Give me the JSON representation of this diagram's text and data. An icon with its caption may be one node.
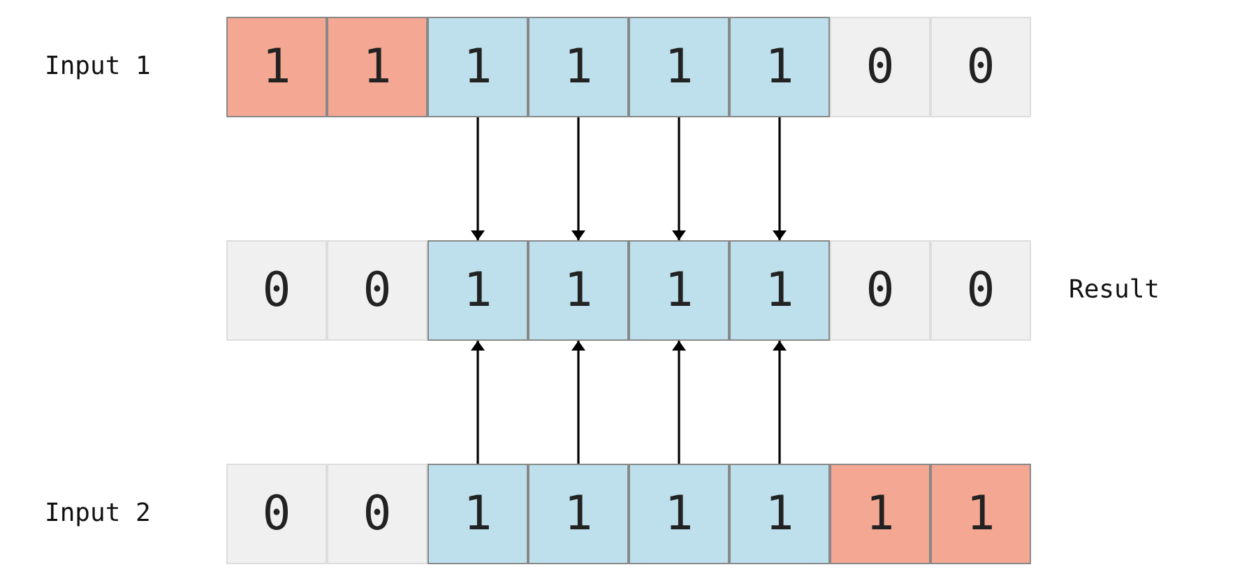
{
  "diagram": {
    "nodes": [
      {
        "text": [
          "1"
        ]
      },
      {
        "text": [
          "1"
        ]
      },
      {
        "text": [
          "1"
        ]
      },
      {
        "text": [
          "1"
        ]
      },
      {
        "text": [
          "1"
        ]
      },
      {
        "text": [
          "1"
        ]
      },
      {
        "text": [
          "0"
        ]
      },
      {
        "text": [
          "0"
        ]
      },
      {
        "text": [
          "0"
        ]
      },
      {
        "text": [
          "0"
        ]
      },
      {
        "text": [
          "1"
        ]
      },
      {
        "text": [
          "1"
        ]
      },
      {
        "text": [
          "1"
        ]
      },
      {
        "text": [
          "1"
        ]
      },
      {
        "text": [
          "0"
        ]
      },
      {
        "text": [
          "0"
        ]
      },
      {
        "text": [
          "0"
        ]
      },
      {
        "text": [
          "0"
        ]
      },
      {
        "text": [
          "1"
        ]
      },
      {
        "text": [
          "1"
        ]
      },
      {
        "text": [
          "1"
        ]
      },
      {
        "text": [
          "1"
        ]
      },
      {
        "text": [
          "1"
        ]
      },
      {
        "text": [
          "1"
        ]
      }
    ],
    "edges": [
      {
        "from": 2,
        "to": 10,
        "arrow": "to"
      },
      {
        "from": 3,
        "to": 11,
        "arrow": "to"
      },
      {
        "from": 4,
        "to": 12,
        "arrow": "to"
      },
      {
        "from": 5,
        "to": 13,
        "arrow": "to"
      },
      {
        "from": 18,
        "to": 10,
        "arrow": "to"
      },
      {
        "from": 19,
        "to": 11,
        "arrow": "to"
      },
      {
        "from": 20,
        "to": 12,
        "arrow": "to"
      },
      {
        "from": 21,
        "to": 13,
        "arrow": "to"
      }
    ],
    "labels": [
      "Input 1",
      "Result",
      "Input 2"
    ]
  }
}
